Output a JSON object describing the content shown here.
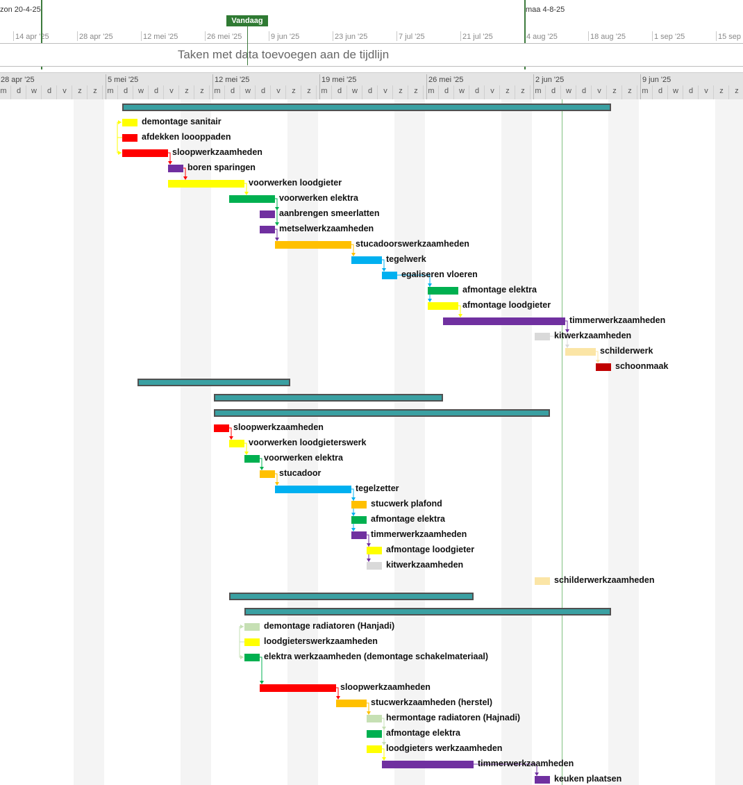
{
  "timeline": {
    "start_label": "zon 20-4-25",
    "end_label": "maa 4-8-25",
    "today_label": "Vandaag",
    "empty_text": "Taken met data toevoegen aan de tijdlijn",
    "dates": [
      "14 apr '25",
      "28 apr '25",
      "12 mei '25",
      "26 mei '25",
      "9 jun '25",
      "23 jun '25",
      "7 jul '25",
      "21 jul '25",
      "4 aug '25",
      "18 aug '25",
      "1 sep '25",
      "15 sep '25"
    ]
  },
  "scale": {
    "weeks": [
      "28 apr '25",
      "5 mei '25",
      "12 mei '25",
      "19 mei '25",
      "26 mei '25",
      "2 jun '25",
      "9 jun '25"
    ],
    "day_letters": [
      "m",
      "d",
      "w",
      "d",
      "v",
      "z",
      "z"
    ]
  },
  "colors": {
    "summary": "#3aa0a2",
    "yellow": "#ffff00",
    "red": "#ff0000",
    "purple": "#7030a0",
    "green": "#00b050",
    "orange": "#ffc000",
    "blue": "#00b0f0",
    "gray": "#d9d9d9",
    "beige": "#fbe5a6",
    "darkred": "#c00000",
    "lightgreen": "#c6e0b4",
    "today_line": "#7fc17f"
  },
  "tasks": [
    {
      "type": "summary",
      "start": "2025-05-06",
      "end": "2025-06-06",
      "row": 0
    },
    {
      "name": "demontage sanitair",
      "start": "2025-05-06",
      "end": "2025-05-06",
      "color": "yellow",
      "row": 1
    },
    {
      "name": "afdekken loooppaden",
      "start": "2025-05-06",
      "end": "2025-05-06",
      "color": "red",
      "row": 2
    },
    {
      "name": "sloopwerkzaamheden",
      "start": "2025-05-06",
      "end": "2025-05-08",
      "color": "red",
      "row": 3
    },
    {
      "name": "boren sparingen",
      "start": "2025-05-09",
      "end": "2025-05-09",
      "color": "purple",
      "row": 4
    },
    {
      "name": "voorwerken loodgieter",
      "start": "2025-05-09",
      "end": "2025-05-13",
      "color": "yellow",
      "row": 5
    },
    {
      "name": "voorwerken elektra",
      "start": "2025-05-13",
      "end": "2025-05-15",
      "color": "green",
      "row": 6
    },
    {
      "name": "aanbrengen smeerlatten",
      "start": "2025-05-15",
      "end": "2025-05-15",
      "color": "purple",
      "row": 7
    },
    {
      "name": "metselwerkzaamheden",
      "start": "2025-05-15",
      "end": "2025-05-15",
      "color": "purple",
      "row": 8
    },
    {
      "name": "stucadoorswerkzaamheden",
      "start": "2025-05-16",
      "end": "2025-05-20",
      "color": "orange",
      "row": 9
    },
    {
      "name": "tegelwerk",
      "start": "2025-05-21",
      "end": "2025-05-22",
      "color": "blue",
      "row": 10
    },
    {
      "name": "egaliseren vloeren",
      "start": "2025-05-23",
      "end": "2025-05-23",
      "color": "blue",
      "row": 11
    },
    {
      "name": "afmontage elektra",
      "start": "2025-05-26",
      "end": "2025-05-27",
      "color": "green",
      "row": 12
    },
    {
      "name": "afmontage loodgieter",
      "start": "2025-05-26",
      "end": "2025-05-27",
      "color": "yellow",
      "row": 13
    },
    {
      "name": "timmerwerkzaamheden",
      "start": "2025-05-27",
      "end": "2025-06-03",
      "color": "purple",
      "row": 14
    },
    {
      "name": "kitwerkzaamheden",
      "start": "2025-06-02",
      "end": "2025-06-02",
      "color": "gray",
      "row": 15
    },
    {
      "name": "schilderwerk",
      "start": "2025-06-04",
      "end": "2025-06-05",
      "color": "beige",
      "row": 16
    },
    {
      "name": "schoonmaak",
      "start": "2025-06-06",
      "end": "2025-06-06",
      "color": "darkred",
      "row": 17
    },
    {
      "type": "summary",
      "start": "2025-05-07",
      "end": "2025-05-16",
      "row": 18
    },
    {
      "type": "summary",
      "start": "2025-05-12",
      "end": "2025-05-26",
      "row": 19
    },
    {
      "type": "summary",
      "start": "2025-05-12",
      "end": "2025-06-02",
      "row": 20
    },
    {
      "name": "sloopwerkzaamheden",
      "start": "2025-05-12",
      "end": "2025-05-12",
      "color": "red",
      "row": 21
    },
    {
      "name": "voorwerken loodgieterswerk",
      "start": "2025-05-13",
      "end": "2025-05-13",
      "color": "yellow",
      "row": 22
    },
    {
      "name": "voorwerken elektra",
      "start": "2025-05-14",
      "end": "2025-05-14",
      "color": "green",
      "row": 23
    },
    {
      "name": "stucadoor",
      "start": "2025-05-15",
      "end": "2025-05-15",
      "color": "orange",
      "row": 24
    },
    {
      "name": "tegelzetter",
      "start": "2025-05-16",
      "end": "2025-05-20",
      "color": "blue",
      "row": 25
    },
    {
      "name": "stucwerk plafond",
      "start": "2025-05-21",
      "end": "2025-05-21",
      "color": "orange",
      "row": 26
    },
    {
      "name": "afmontage elektra",
      "start": "2025-05-21",
      "end": "2025-05-21",
      "color": "green",
      "row": 27
    },
    {
      "name": "timmerwerkzaamheden",
      "start": "2025-05-21",
      "end": "2025-05-21",
      "color": "purple",
      "row": 28
    },
    {
      "name": "afmontage loodgieter",
      "start": "2025-05-22",
      "end": "2025-05-22",
      "color": "yellow",
      "row": 29
    },
    {
      "name": "kitwerkzaamheden",
      "start": "2025-05-22",
      "end": "2025-05-22",
      "color": "gray",
      "row": 30
    },
    {
      "name": "schilderwerkzaamheden",
      "start": "2025-06-02",
      "end": "2025-06-02",
      "color": "beige",
      "row": 31
    },
    {
      "type": "summary",
      "start": "2025-05-13",
      "end": "2025-05-28",
      "row": 32
    },
    {
      "type": "summary",
      "start": "2025-05-14",
      "end": "2025-06-06",
      "row": 33
    },
    {
      "name": "demontage radiatoren (Hanjadi)",
      "start": "2025-05-14",
      "end": "2025-05-14",
      "color": "lightgreen",
      "row": 34
    },
    {
      "name": "loodgieterswerkzaamheden",
      "start": "2025-05-14",
      "end": "2025-05-14",
      "color": "yellow",
      "row": 35
    },
    {
      "name": "elektra werkzaamheden (demontage schakelmateriaal)",
      "start": "2025-05-14",
      "end": "2025-05-14",
      "color": "green",
      "row": 36
    },
    {
      "name": "sloopwerkzaamheden",
      "start": "2025-05-15",
      "end": "2025-05-19",
      "color": "red",
      "row": 38
    },
    {
      "name": "stucwerkzaamheden (herstel)",
      "start": "2025-05-20",
      "end": "2025-05-21",
      "color": "orange",
      "row": 39
    },
    {
      "name": "hermontage radiatoren (Hajnadi)",
      "start": "2025-05-22",
      "end": "2025-05-22",
      "color": "lightgreen",
      "row": 40
    },
    {
      "name": "afmontage elektra",
      "start": "2025-05-22",
      "end": "2025-05-22",
      "color": "green",
      "row": 41
    },
    {
      "name": "loodgieters werkzaamheden",
      "start": "2025-05-22",
      "end": "2025-05-22",
      "color": "yellow",
      "row": 42
    },
    {
      "name": "timmerwerkzaamheden",
      "start": "2025-05-23",
      "end": "2025-05-28",
      "color": "purple",
      "row": 43
    },
    {
      "name": "keuken plaatsen",
      "start": "2025-06-02",
      "end": "2025-06-02",
      "color": "purple",
      "row": 44
    }
  ],
  "links": [
    {
      "from": 2,
      "to": 1,
      "color": "yellow",
      "kind": "bracket"
    },
    {
      "from": 2,
      "to": 3,
      "color": "yellow",
      "kind": "bracket"
    },
    {
      "from": 3,
      "to": 4,
      "color": "red"
    },
    {
      "from": 4,
      "to": 5,
      "color": "red"
    },
    {
      "from": 5,
      "to": 6,
      "color": "yellow"
    },
    {
      "from": 6,
      "to": 7,
      "color": "green"
    },
    {
      "from": 6,
      "to": 8,
      "color": "green"
    },
    {
      "from": 8,
      "to": 9,
      "color": "purple"
    },
    {
      "from": 9,
      "to": 10,
      "color": "orange"
    },
    {
      "from": 10,
      "to": 11,
      "color": "blue"
    },
    {
      "from": 11,
      "to": 12,
      "color": "blue"
    },
    {
      "from": 11,
      "to": 13,
      "color": "blue"
    },
    {
      "from": 13,
      "to": 14,
      "color": "yellow"
    },
    {
      "from": 14,
      "to": 15,
      "color": "purple"
    },
    {
      "from": 15,
      "to": 16,
      "color": "gray"
    },
    {
      "from": 16,
      "to": 17,
      "color": "beige"
    },
    {
      "from": 21,
      "to": 22,
      "color": "red"
    },
    {
      "from": 22,
      "to": 23,
      "color": "yellow"
    },
    {
      "from": 23,
      "to": 24,
      "color": "green"
    },
    {
      "from": 24,
      "to": 25,
      "color": "orange"
    },
    {
      "from": 25,
      "to": 26,
      "color": "blue"
    },
    {
      "from": 25,
      "to": 27,
      "color": "blue"
    },
    {
      "from": 25,
      "to": 28,
      "color": "blue"
    },
    {
      "from": 28,
      "to": 29,
      "color": "purple"
    },
    {
      "from": 28,
      "to": 30,
      "color": "purple"
    },
    {
      "from": 35,
      "to": 34,
      "color": "lightgreen",
      "kind": "bracket"
    },
    {
      "from": 35,
      "to": 36,
      "color": "lightgreen",
      "kind": "bracket"
    },
    {
      "from": 36,
      "to": 38,
      "color": "green"
    },
    {
      "from": 38,
      "to": 39,
      "color": "red"
    },
    {
      "from": 39,
      "to": 40,
      "color": "orange"
    },
    {
      "from": 40,
      "to": 41,
      "color": "lightgreen"
    },
    {
      "from": 40,
      "to": 42,
      "color": "lightgreen"
    },
    {
      "from": 42,
      "to": 43,
      "color": "yellow"
    },
    {
      "from": 43,
      "to": 44,
      "color": "purple"
    }
  ]
}
